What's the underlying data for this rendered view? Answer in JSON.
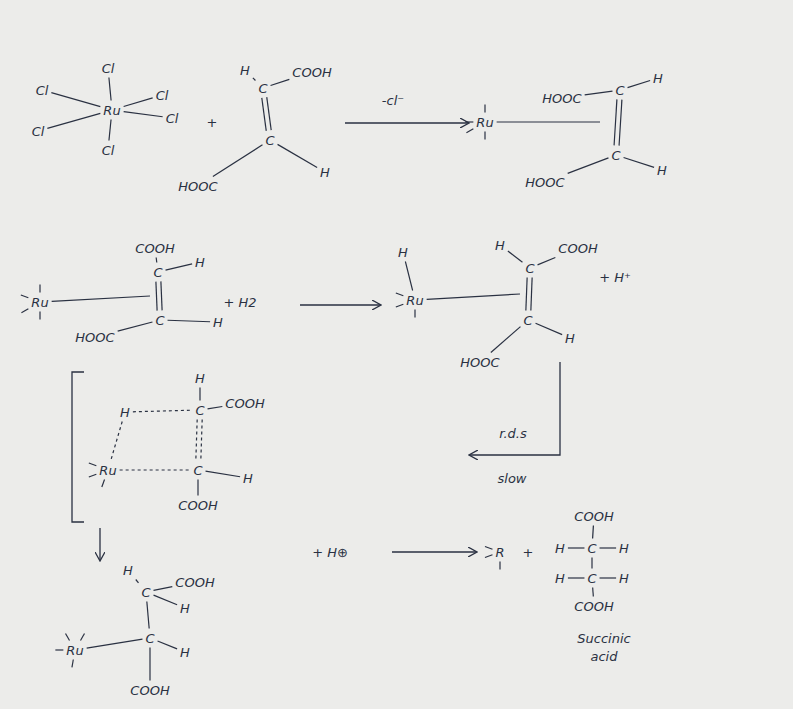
{
  "diagram": {
    "labels": [
      "Cl",
      "Cl",
      "Cl",
      "Cl",
      "Ru",
      "Cl",
      "Cl",
      "+",
      "H",
      "C",
      "COOH",
      "C",
      "HOOC",
      "H",
      "-cl⁻",
      "Ru",
      "HOOC",
      "C",
      "H",
      "C",
      "H",
      "HOOC",
      "Ru",
      "COOH",
      "C",
      "H",
      "C",
      "H",
      "HOOC",
      "+ H2",
      "H",
      "Ru",
      "H",
      "C",
      "COOH",
      "+ H⁺",
      "C",
      "H",
      "HOOC",
      "H",
      "H",
      "C",
      "COOH",
      "Ru",
      "C",
      "H",
      "COOH",
      "r.d.s",
      "slow",
      "H",
      "C",
      "COOH",
      "H",
      "Ru",
      "C",
      "H",
      "COOH",
      "+ H⊕",
      "R",
      "+",
      "H",
      "C",
      "H",
      "COOH",
      "H",
      "C",
      "H",
      "COOH",
      "Succinic acid"
    ]
  }
}
